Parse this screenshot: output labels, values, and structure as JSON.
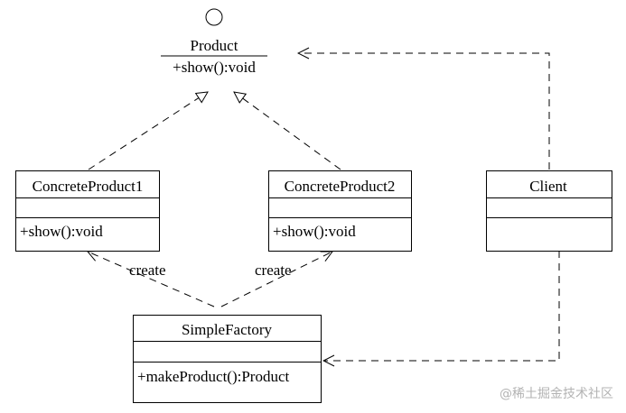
{
  "interface": {
    "name": "Product",
    "operation": "+show():void"
  },
  "classes": {
    "concrete_product_1": {
      "name": "ConcreteProduct1",
      "operation": "+show():void"
    },
    "concrete_product_2": {
      "name": "ConcreteProduct2",
      "operation": "+show():void"
    },
    "client": {
      "name": "Client"
    },
    "simple_factory": {
      "name": "SimpleFactory",
      "operation": "+makeProduct():Product"
    }
  },
  "edges": {
    "create_left": "create",
    "create_right": "create"
  },
  "watermark": "@稀土掘金技术社区"
}
